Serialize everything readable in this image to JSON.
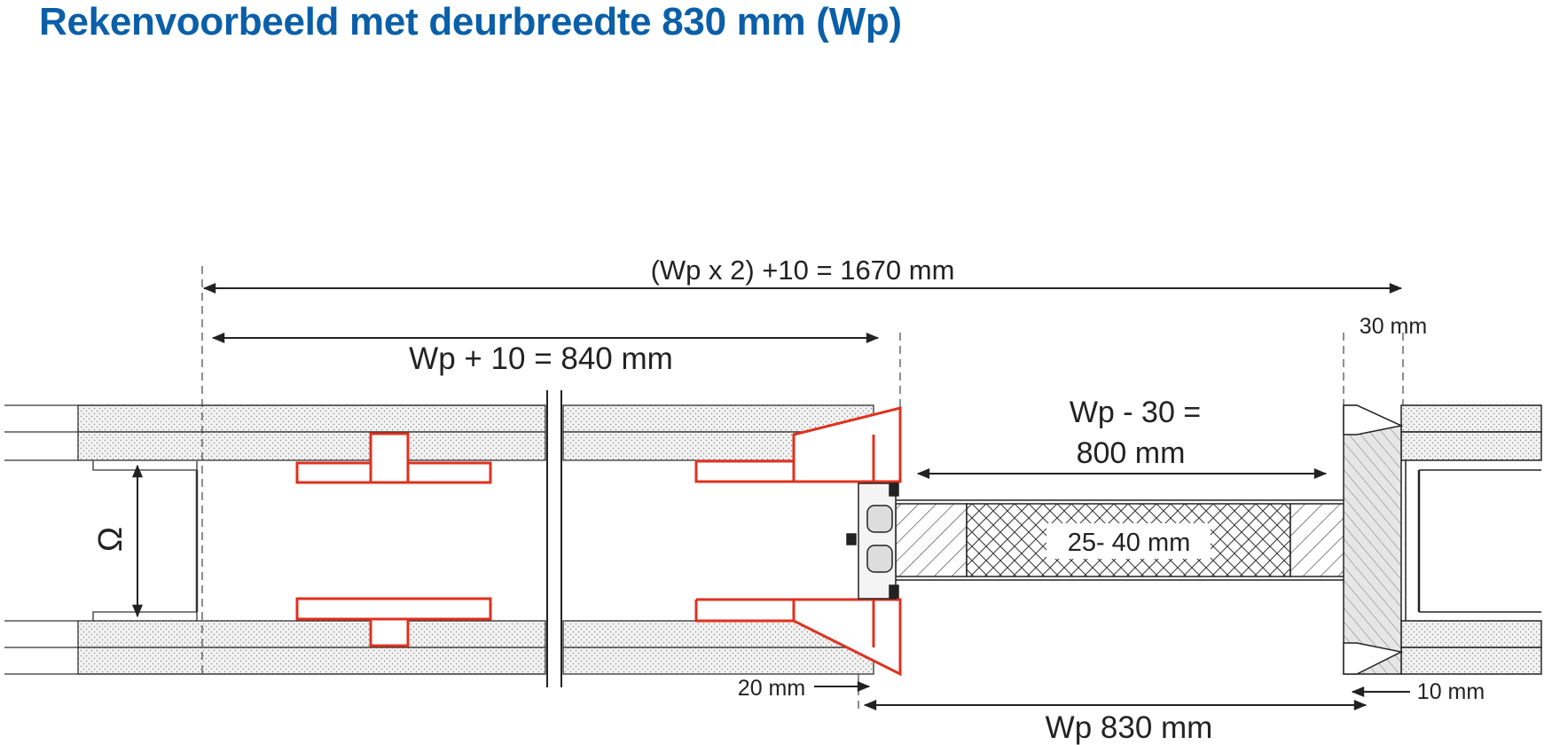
{
  "title": "Rekenvoorbeeld met deurbreedte 830 mm (Wp)",
  "dimensions": {
    "total": "(Wp x 2) +10 = 1670 mm",
    "pocket": "Wp + 10 = 840 mm",
    "opening_line1": "Wp - 30 =",
    "opening_line2": "800 mm",
    "door_thickness": "25- 40 mm",
    "wall_gap": "30 mm",
    "frame_left": "20 mm",
    "frame_right": "10 mm",
    "door_width": "Wp 830 mm",
    "wall_symbol": "Ω"
  },
  "colors": {
    "title": "#0a5fa8",
    "profile": "#e0301e",
    "line": "#222222"
  }
}
